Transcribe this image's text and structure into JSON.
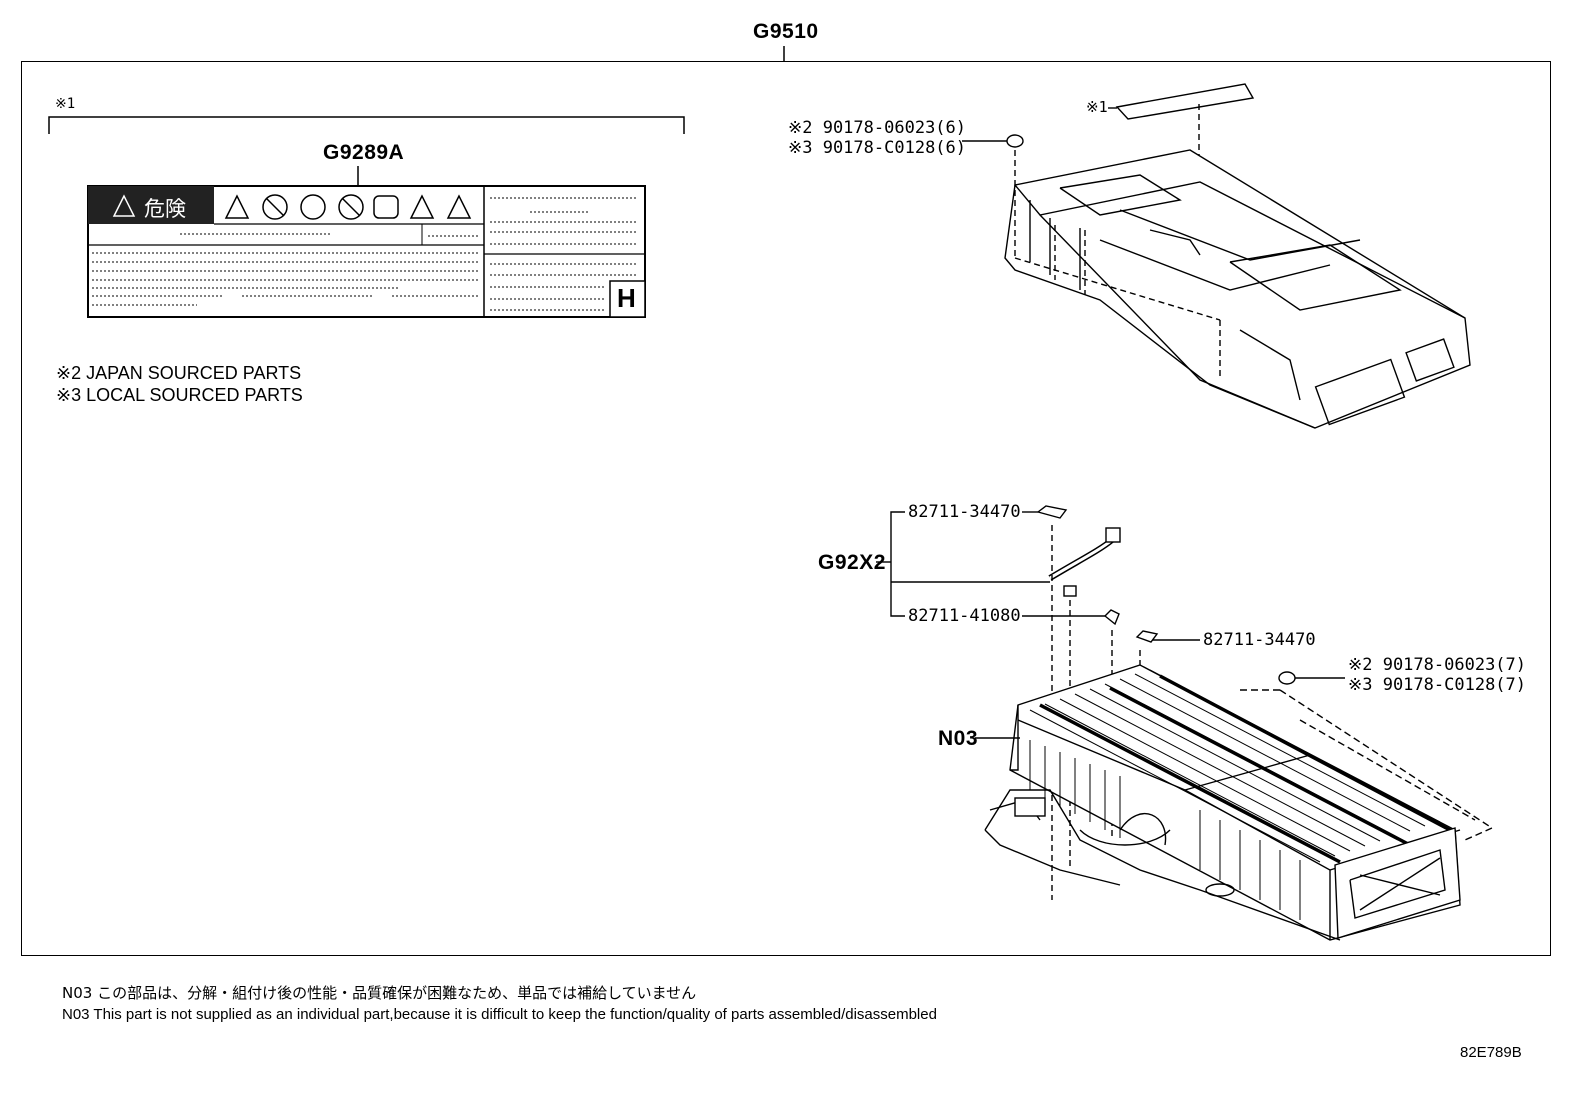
{
  "diagram": {
    "main_code": "G9510",
    "label_group_marker": "※1",
    "label_code": "G9289A",
    "label_danger_text": "危険",
    "label_h_mark": "H",
    "legend": {
      "japan": "※2 JAPAN SOURCED PARTS",
      "local": "※3 LOCAL SOURCED PARTS"
    },
    "top_callouts": {
      "sticker_marker": "※1",
      "nut_japan": "※2 90178-06023(6)",
      "nut_local": "※3 90178-C0128(6)"
    },
    "wire_group": {
      "code": "G92X2",
      "part_a": "82711-34470",
      "part_b": "82711-41080",
      "part_c": "82711-34470"
    },
    "lower_callouts": {
      "nut_japan": "※2 90178-06023(7)",
      "nut_local": "※3 90178-C0128(7)",
      "assembly": "N03"
    },
    "footnote_jp": "N03 この部品は、分解・組付け後の性能・品質確保が困難なため、単品では補給していません",
    "footnote_en": "N03 This part is not supplied as an  individual part,because it is difficult to keep the function/quality of parts assembled/disassembled",
    "ref_code": "82E789B"
  }
}
